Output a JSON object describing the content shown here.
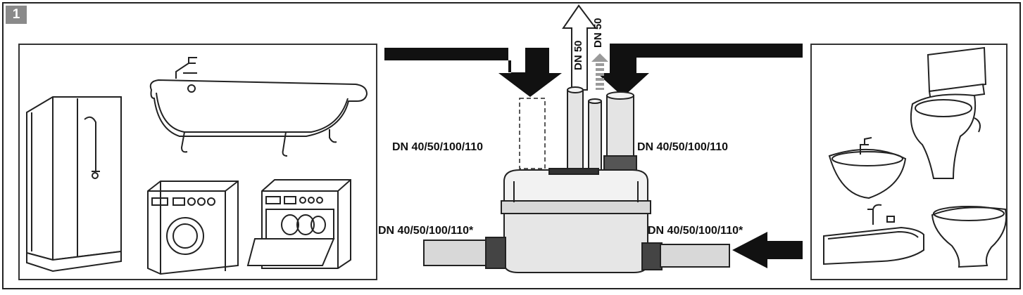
{
  "figure": {
    "number": "1"
  },
  "labels": {
    "left_top": "DN 40/50/100/110",
    "right_top": "DN 40/50/100/110",
    "left_bottom": "DN 40/50/100/110*",
    "right_bottom": "DN 40/50/100/110*",
    "vertical_outlet_1": "DN 50",
    "vertical_outlet_2": "DN 50"
  },
  "colors": {
    "arrow": "#111111",
    "stroke": "#222222",
    "pipe_fill": "#e4e4e4",
    "badge": "#8a8a8a",
    "dotted_arrow": "#9a9a9a"
  }
}
